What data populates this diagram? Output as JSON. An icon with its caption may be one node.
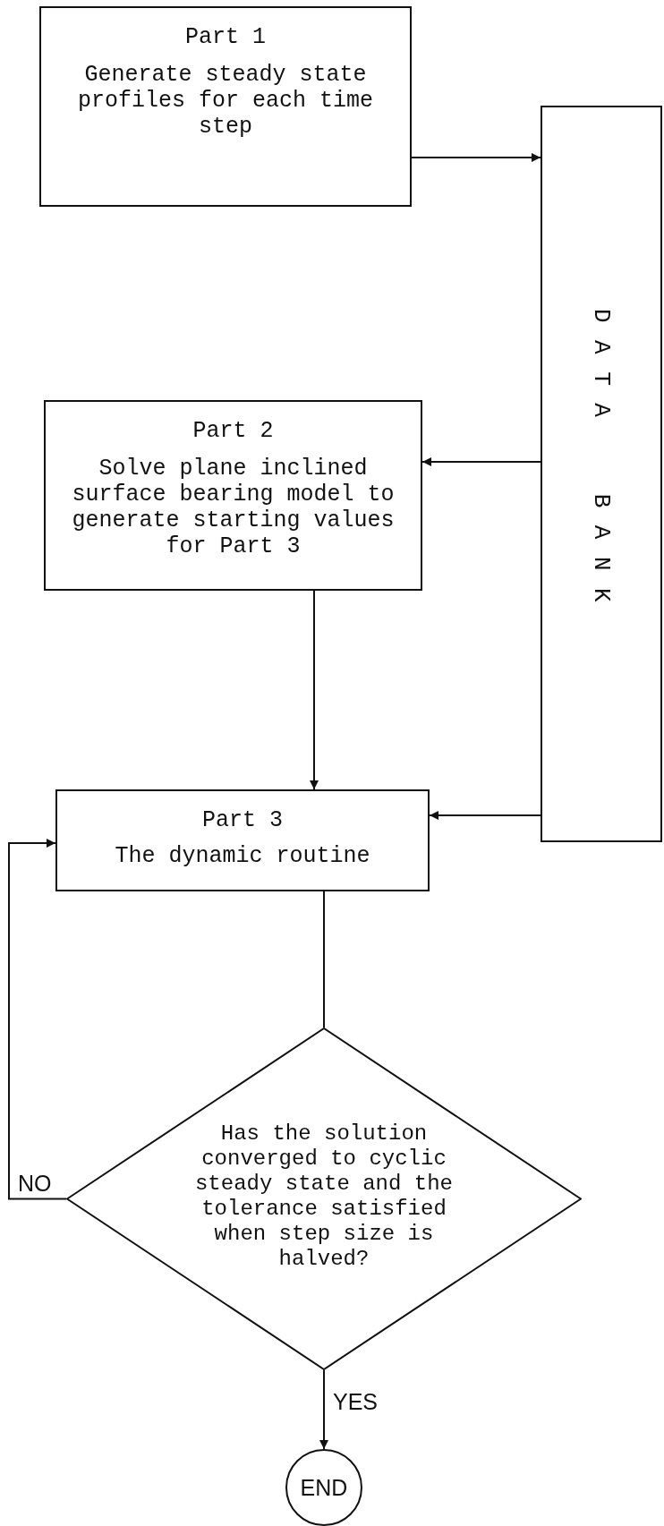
{
  "diagram": {
    "nodes": [
      {
        "text": [
          "Part 1",
          "Generate steady state profiles for each time step"
        ]
      },
      {
        "text": [
          "DATA BANK"
        ]
      },
      {
        "text": [
          "Part 2",
          "Solve plane inclined surface bearing model to generate starting values for Part 3"
        ]
      },
      {
        "text": [
          "Part 3",
          "The dynamic routine"
        ]
      },
      {
        "text": [
          "Has the solution converged to cyclic steady state and the tolerance satisfied when step size is halved?"
        ]
      },
      {
        "text": [
          "END"
        ]
      }
    ],
    "edges": [
      {
        "from": 0,
        "to": 1,
        "arrow": "to"
      },
      {
        "from": 1,
        "to": 2,
        "arrow": "to"
      },
      {
        "from": 1,
        "to": 3,
        "arrow": "to"
      },
      {
        "from": 2,
        "to": 3,
        "arrow": "to"
      },
      {
        "from": 3,
        "to": 4,
        "arrow": "none"
      },
      {
        "from": 4,
        "to": 3,
        "arrow": "to",
        "label": "NO"
      },
      {
        "from": 4,
        "to": 5,
        "arrow": "to",
        "label": "YES"
      }
    ]
  }
}
